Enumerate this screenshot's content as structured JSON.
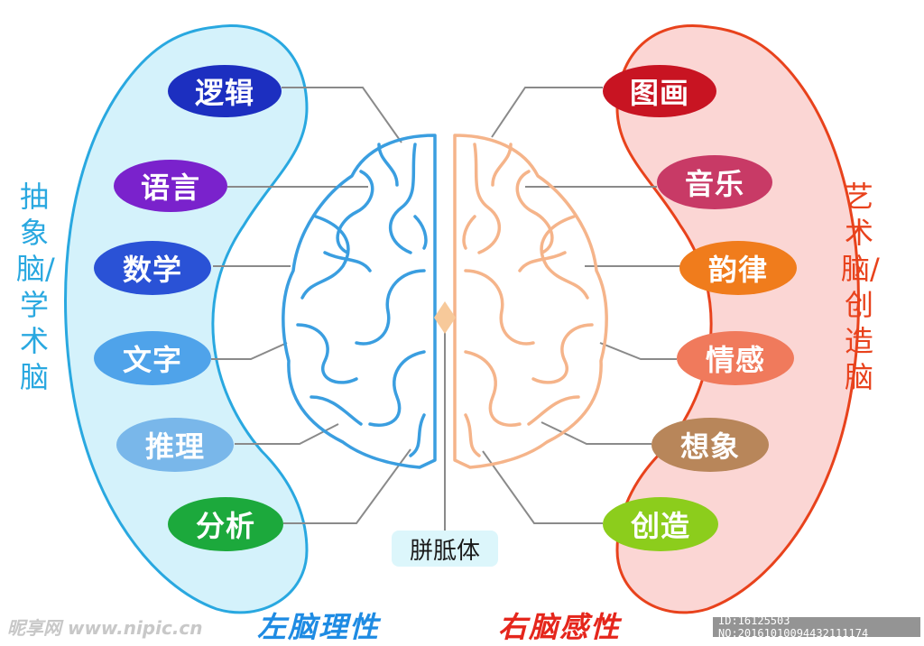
{
  "left_hemisphere": {
    "side_label": "抽象脑/学术脑",
    "footer_title": "左脑理性",
    "color": "#29a8e0",
    "panel_fill": "#d4f2fb",
    "items": [
      {
        "label": "逻辑",
        "color": "#1c2fc0"
      },
      {
        "label": "语言",
        "color": "#7a22cc"
      },
      {
        "label": "数学",
        "color": "#2a52d6"
      },
      {
        "label": "文字",
        "color": "#4fa3ea"
      },
      {
        "label": "推理",
        "color": "#79b7ea"
      },
      {
        "label": "分析",
        "color": "#1ca93c"
      }
    ]
  },
  "right_hemisphere": {
    "side_label": "艺术脑/创造脑",
    "footer_title": "右脑感性",
    "color": "#e8421c",
    "panel_fill": "#fbd6d4",
    "items": [
      {
        "label": "图画",
        "color": "#c81422"
      },
      {
        "label": "音乐",
        "color": "#c83a66"
      },
      {
        "label": "韵律",
        "color": "#f07c1c"
      },
      {
        "label": "情感",
        "color": "#f07a5c"
      },
      {
        "label": "想象",
        "color": "#b8865a"
      },
      {
        "label": "创造",
        "color": "#8ccd1c"
      }
    ]
  },
  "corpus_callosum_label": "胼胝体",
  "brain_colors": {
    "left": "#3a9ee0",
    "right": "#f5b48a",
    "center": "#f7c99a"
  },
  "connector_color": "#8a8a8a",
  "watermark": {
    "left": "昵享网 www.nipic.cn",
    "right": "ID:16125503 NO:20161010094432111174"
  }
}
